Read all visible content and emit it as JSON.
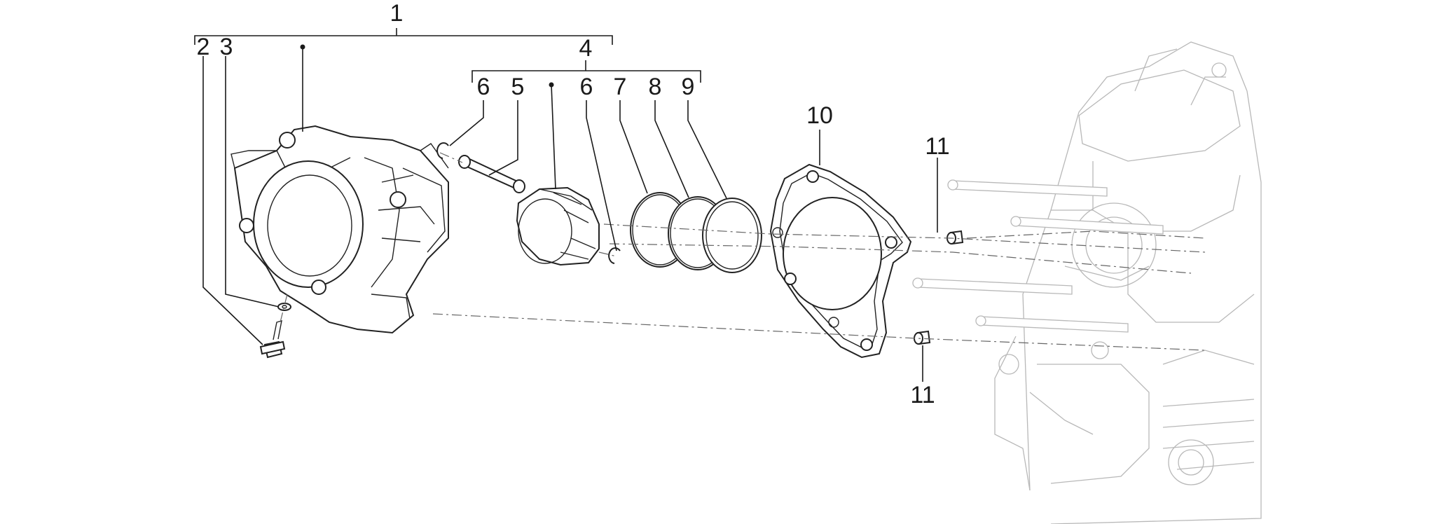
{
  "callouts": {
    "c1": "1",
    "c2": "2",
    "c3": "3",
    "c4": "4",
    "c5": "5",
    "c6a": "6",
    "c6b": "6",
    "c7": "7",
    "c8": "8",
    "c9": "9",
    "c10": "10",
    "c11a": "11",
    "c11b": "11"
  },
  "colors": {
    "line": "#1a1a1a",
    "background_engine": "#b8b8b8"
  }
}
